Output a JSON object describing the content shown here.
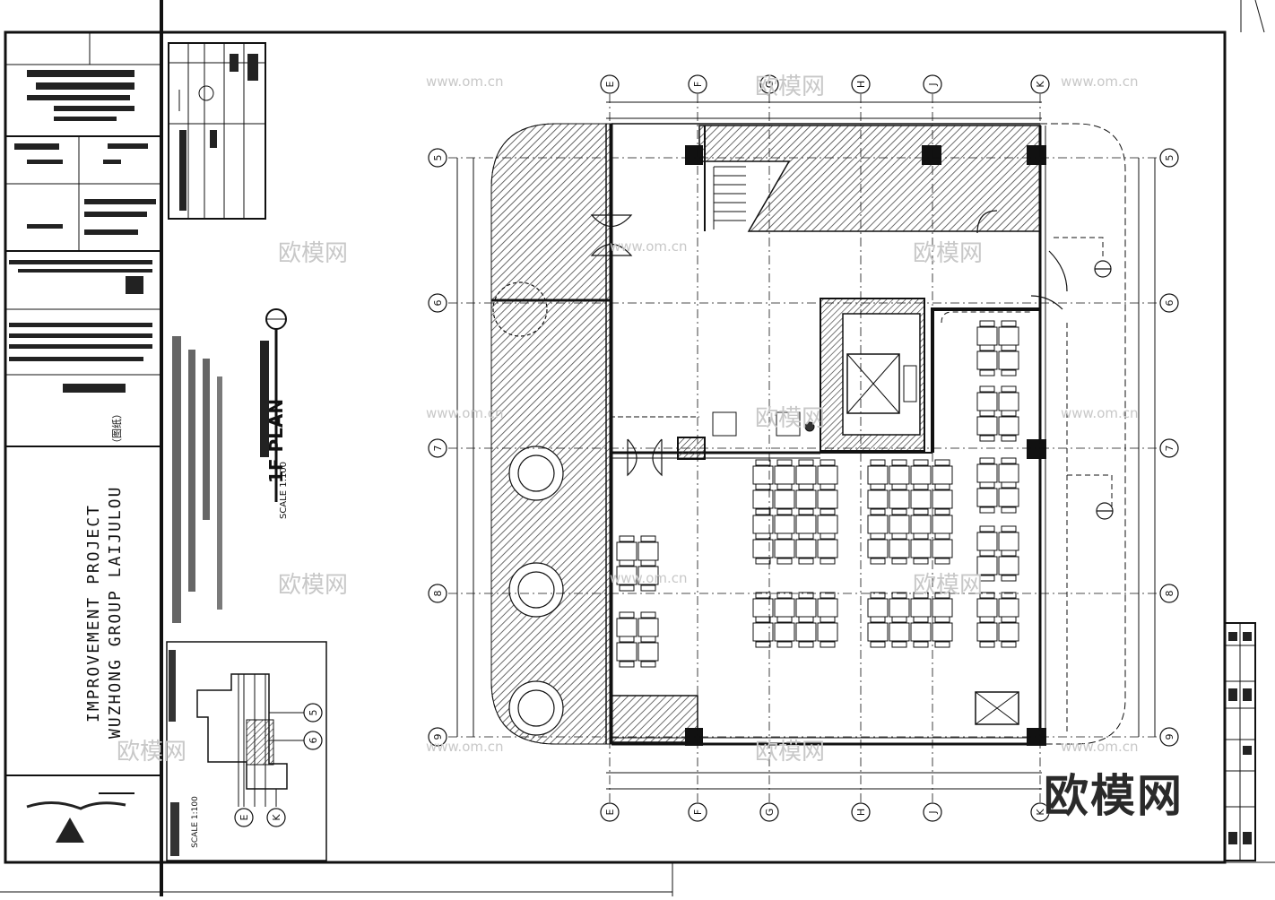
{
  "project": {
    "title_en_line1": "WUZHONG GROUP LAIJULOU",
    "title_en_line2": "IMPROVEMENT PROJECT",
    "drawing_label": "（图纸）"
  },
  "plan": {
    "title": "1F PLAN",
    "scale": "SCALE 1:100",
    "detail_scale": "SCALE 1:100"
  },
  "grid": {
    "top_axes": [
      "E",
      "F",
      "G",
      "H",
      "J",
      "K"
    ],
    "bottom_axes": [
      "E",
      "F",
      "G",
      "H",
      "J",
      "K"
    ],
    "side_axes": [
      "5",
      "6",
      "7",
      "8",
      "9"
    ],
    "detail_axes_right": [
      "5",
      "6"
    ],
    "detail_axes_bottom": [
      "E",
      "K"
    ]
  },
  "watermark": {
    "cn": "欧模网",
    "url": "www.om.cn"
  },
  "brand": {
    "big_logo": "欧模网"
  },
  "colors": {
    "line": "#111111",
    "hatch": "#555555",
    "watermark": "#cfcfcf"
  }
}
